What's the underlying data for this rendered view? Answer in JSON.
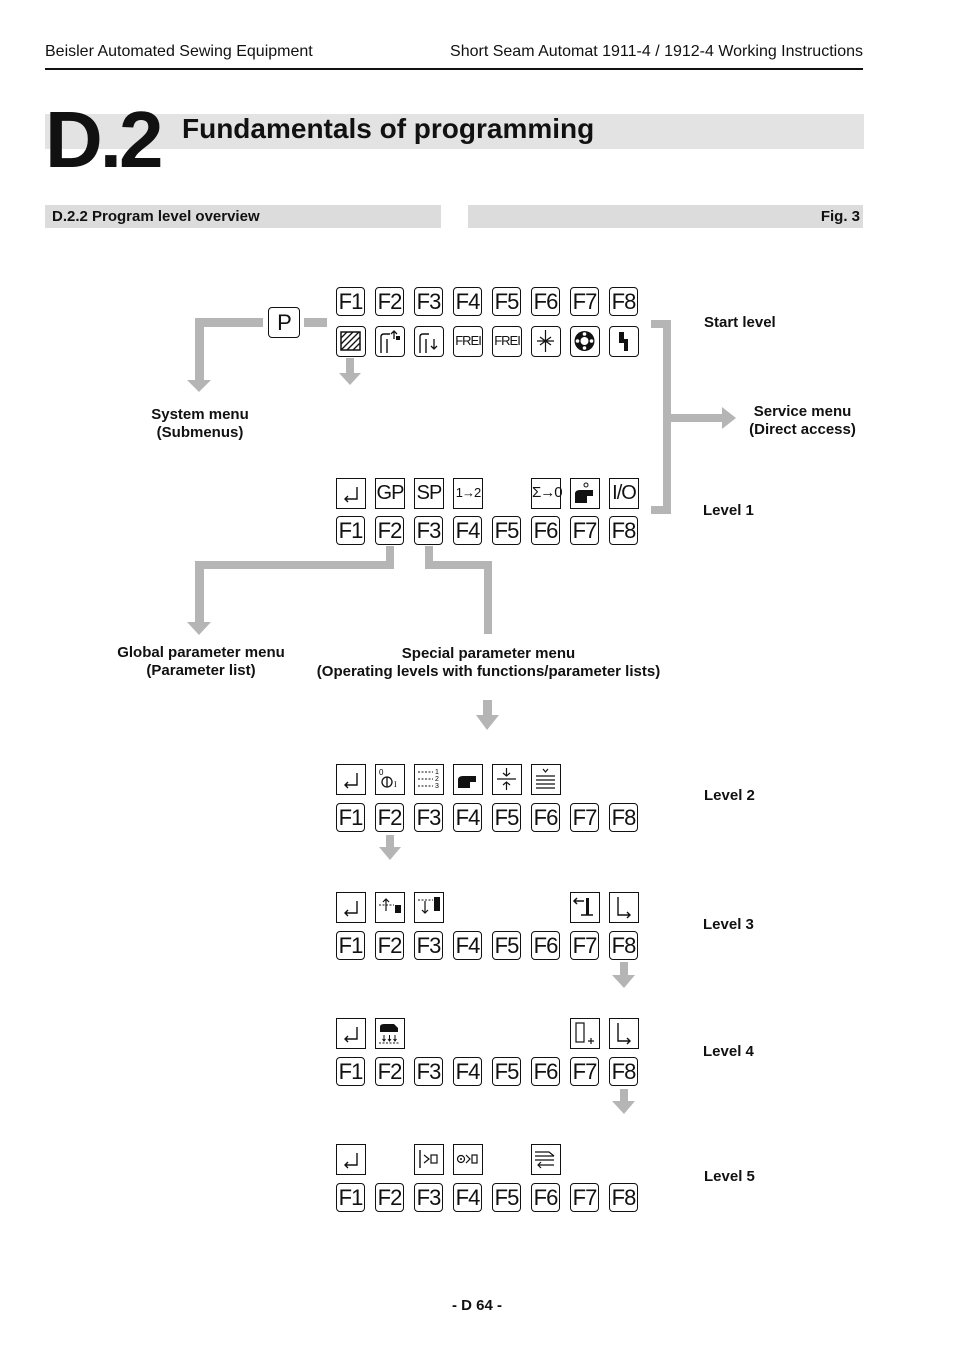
{
  "header": {
    "left": "Beisler Automated Sewing Equipment",
    "right": "Short Seam Automat 1911-4 / 1912-4 Working Instructions"
  },
  "chapter": {
    "number": "D.2",
    "title": "Fundamentals of programming"
  },
  "section": {
    "title": "D.2.2 Program level overview",
    "figure": "Fig. 3"
  },
  "function_keys": [
    "F1",
    "F2",
    "F3",
    "F4",
    "F5",
    "F6",
    "F7",
    "F8"
  ],
  "p_key": "P",
  "labels": {
    "system_menu": [
      "System menu",
      "(Submenus)"
    ],
    "service_menu": [
      "Service menu",
      "(Direct access)"
    ],
    "global_menu": [
      "Global parameter menu",
      "(Parameter list)"
    ],
    "special_menu": [
      "Special parameter menu",
      "(Operating levels with functions/parameter lists)"
    ]
  },
  "levels": {
    "start": "Start level",
    "level1": "Level 1",
    "level2": "Level 2",
    "level3": "Level 3",
    "level4": "Level 4",
    "level5": "Level 5"
  },
  "icons": {
    "start": [
      "hatched-block-icon",
      "stacker-up-icon",
      "stacker-down-icon",
      "FREI",
      "FREI",
      "needle-icon",
      "wheel-icon",
      "bobbin-icon"
    ],
    "level1": [
      "return-icon",
      "GP",
      "SP",
      "1→2",
      "",
      "Σ→0",
      "sewing-machine-icon",
      "I/O"
    ],
    "level2": [
      "return-icon",
      "counter-reset-icon",
      "sequence-icon",
      "sewing-head-icon",
      "seam-split-icon",
      "feed-icon"
    ],
    "level3": [
      "return-icon",
      "clamp-up-icon",
      "clamp-down-icon",
      "",
      "",
      "",
      "stop-left-icon",
      "corner-icon"
    ],
    "level4": [
      "return-icon",
      "clamp-pins-icon",
      "",
      "",
      "",
      "",
      "bracket-icon",
      "corner-icon"
    ],
    "level5": [
      "return-icon",
      "",
      "limit-switch-icon",
      "sensor-icon",
      "",
      "transfer-icon"
    ],
    "text": {
      "frei": "FREI",
      "gp": "GP",
      "sp": "SP",
      "one_to_two": "1→2",
      "sum_to_zero": "Σ→0",
      "io": "I/O"
    }
  },
  "colors": {
    "connector": "#b5b5b5",
    "band": "#dcdcdc"
  },
  "footer": {
    "page": "- D 64 -"
  }
}
